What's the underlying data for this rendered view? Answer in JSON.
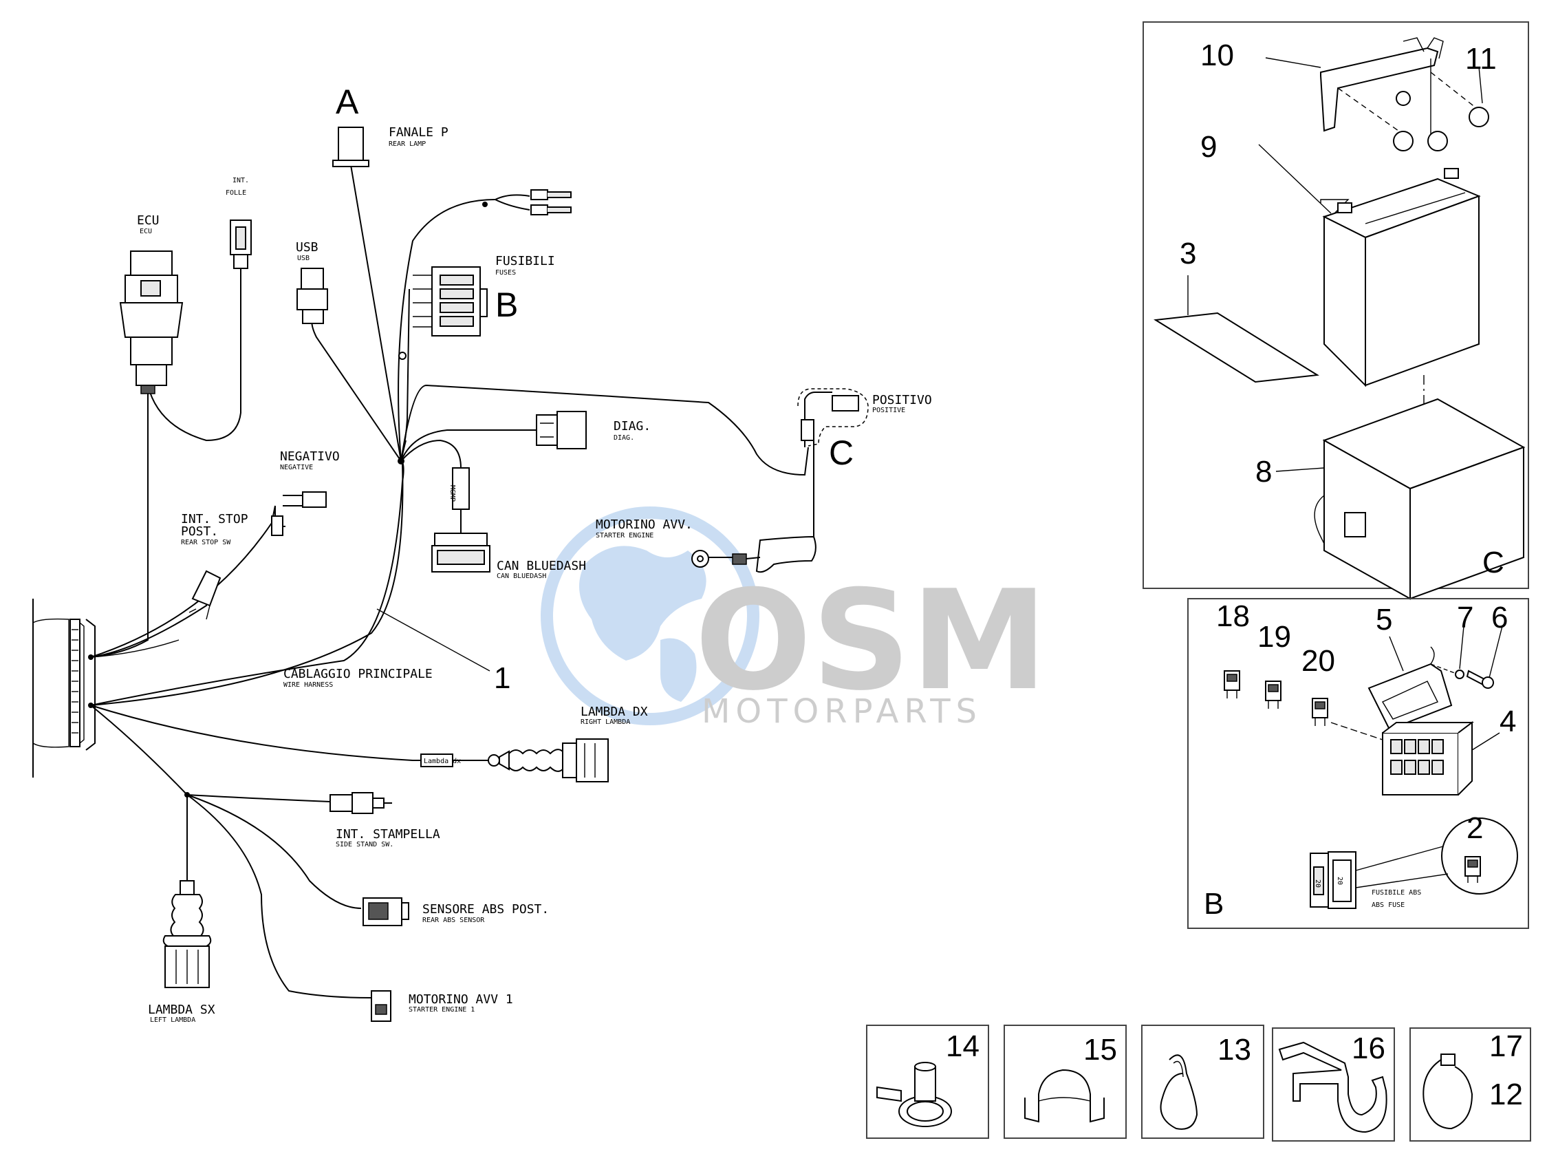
{
  "callouts": {
    "A": "A",
    "B": "B",
    "C": "C",
    "n1": "1"
  },
  "connectors": {
    "fanale_p": "FANALE P",
    "rear_lamp": "REAR LAMP",
    "int_folle_1": "INT.",
    "int_folle_2": "FOLLE",
    "ecu": "ECU",
    "ecu_sub": "ECU",
    "usb": "USB",
    "usb_sub": "USB",
    "fusibili": "FUSIBILI",
    "fuses": "FUSES",
    "diag": "DIAG.",
    "diag_sub": "DIAG.",
    "positivo": "POSITIVO",
    "positive": "POSITIVE",
    "negativo": "NEGATIVO",
    "negative": "NEGATIVE",
    "int_stop_1": "INT. STOP",
    "int_stop_2": "POST.",
    "rear_stop_sw": "REAR STOP SW",
    "motorino": "MOTORINO AVV.",
    "starter_engine": "STARTER ENGINE",
    "can_bluedash": "CAN BLUEDASH",
    "can_bluedash_sub": "CAN BLUEDASH",
    "mgmp": "MGMP",
    "cablaggio": "CABLAGGIO PRINCIPALE",
    "wire_harness": "WIRE HARNESS",
    "lambda_dx": "LAMBDA DX",
    "right_lambda": "RIGHT LAMBDA",
    "lambda_tag": "Lambda dx",
    "int_stampella": "INT. STAMPELLA",
    "side_stand_sw": "SIDE STAND SW.",
    "sensore_abs": "SENSORE ABS POST.",
    "rear_abs_sensor": "REAR ABS SENSOR",
    "motorino1": "MOTORINO AVV 1",
    "starter_engine1": "STARTER ENGINE 1",
    "lambda_sx": "LAMBDA SX",
    "left_lambda": "LEFT LAMBDA"
  },
  "panel_c": {
    "parts": [
      "10",
      "11",
      "9",
      "3",
      "8"
    ],
    "label": "C"
  },
  "panel_b": {
    "parts": [
      "18",
      "19",
      "20",
      "5",
      "7",
      "6",
      "4",
      "2"
    ],
    "fusibile_abs": "FUSIBILE ABS",
    "abs_fuse": "ABS FUSE",
    "label": "B"
  },
  "small_parts": [
    {
      "num": "14"
    },
    {
      "num": "15"
    },
    {
      "num": "13"
    },
    {
      "num": "16"
    },
    {
      "num": "17",
      "num2": "12"
    }
  ],
  "watermark": {
    "logo": "OSM",
    "tagline": "MOTORPARTS",
    "color_globe": "#9fc3ea",
    "color_text": "#a6a6a6"
  }
}
